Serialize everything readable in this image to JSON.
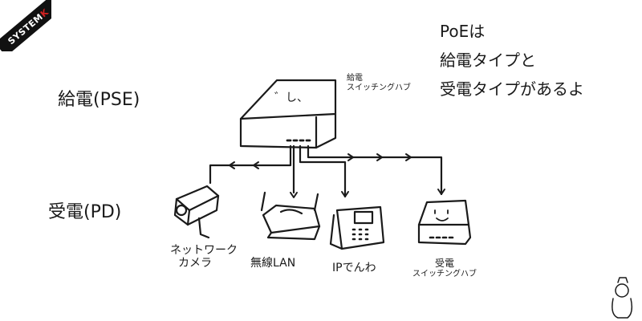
{
  "logo": {
    "text_main": "SYSTEM",
    "text_accent": "K",
    "accent_color": "#d22222"
  },
  "note": {
    "line1": "PoEは",
    "line2": "給電タイプと",
    "line3": "受電タイプがあるよ"
  },
  "roles": {
    "pse": "給電(PSE)",
    "pd": "受電(PD)"
  },
  "hub": {
    "face": "゛し、",
    "label_line1": "給電",
    "label_line2": "スイッチングハブ"
  },
  "devices": {
    "camera_line1": "ネットワーク",
    "camera_line2": "カメラ",
    "wifi": "無線LAN",
    "phone": "IPでんわ",
    "pd_hub_line1": "受電",
    "pd_hub_line2": "スイッチングハブ"
  }
}
